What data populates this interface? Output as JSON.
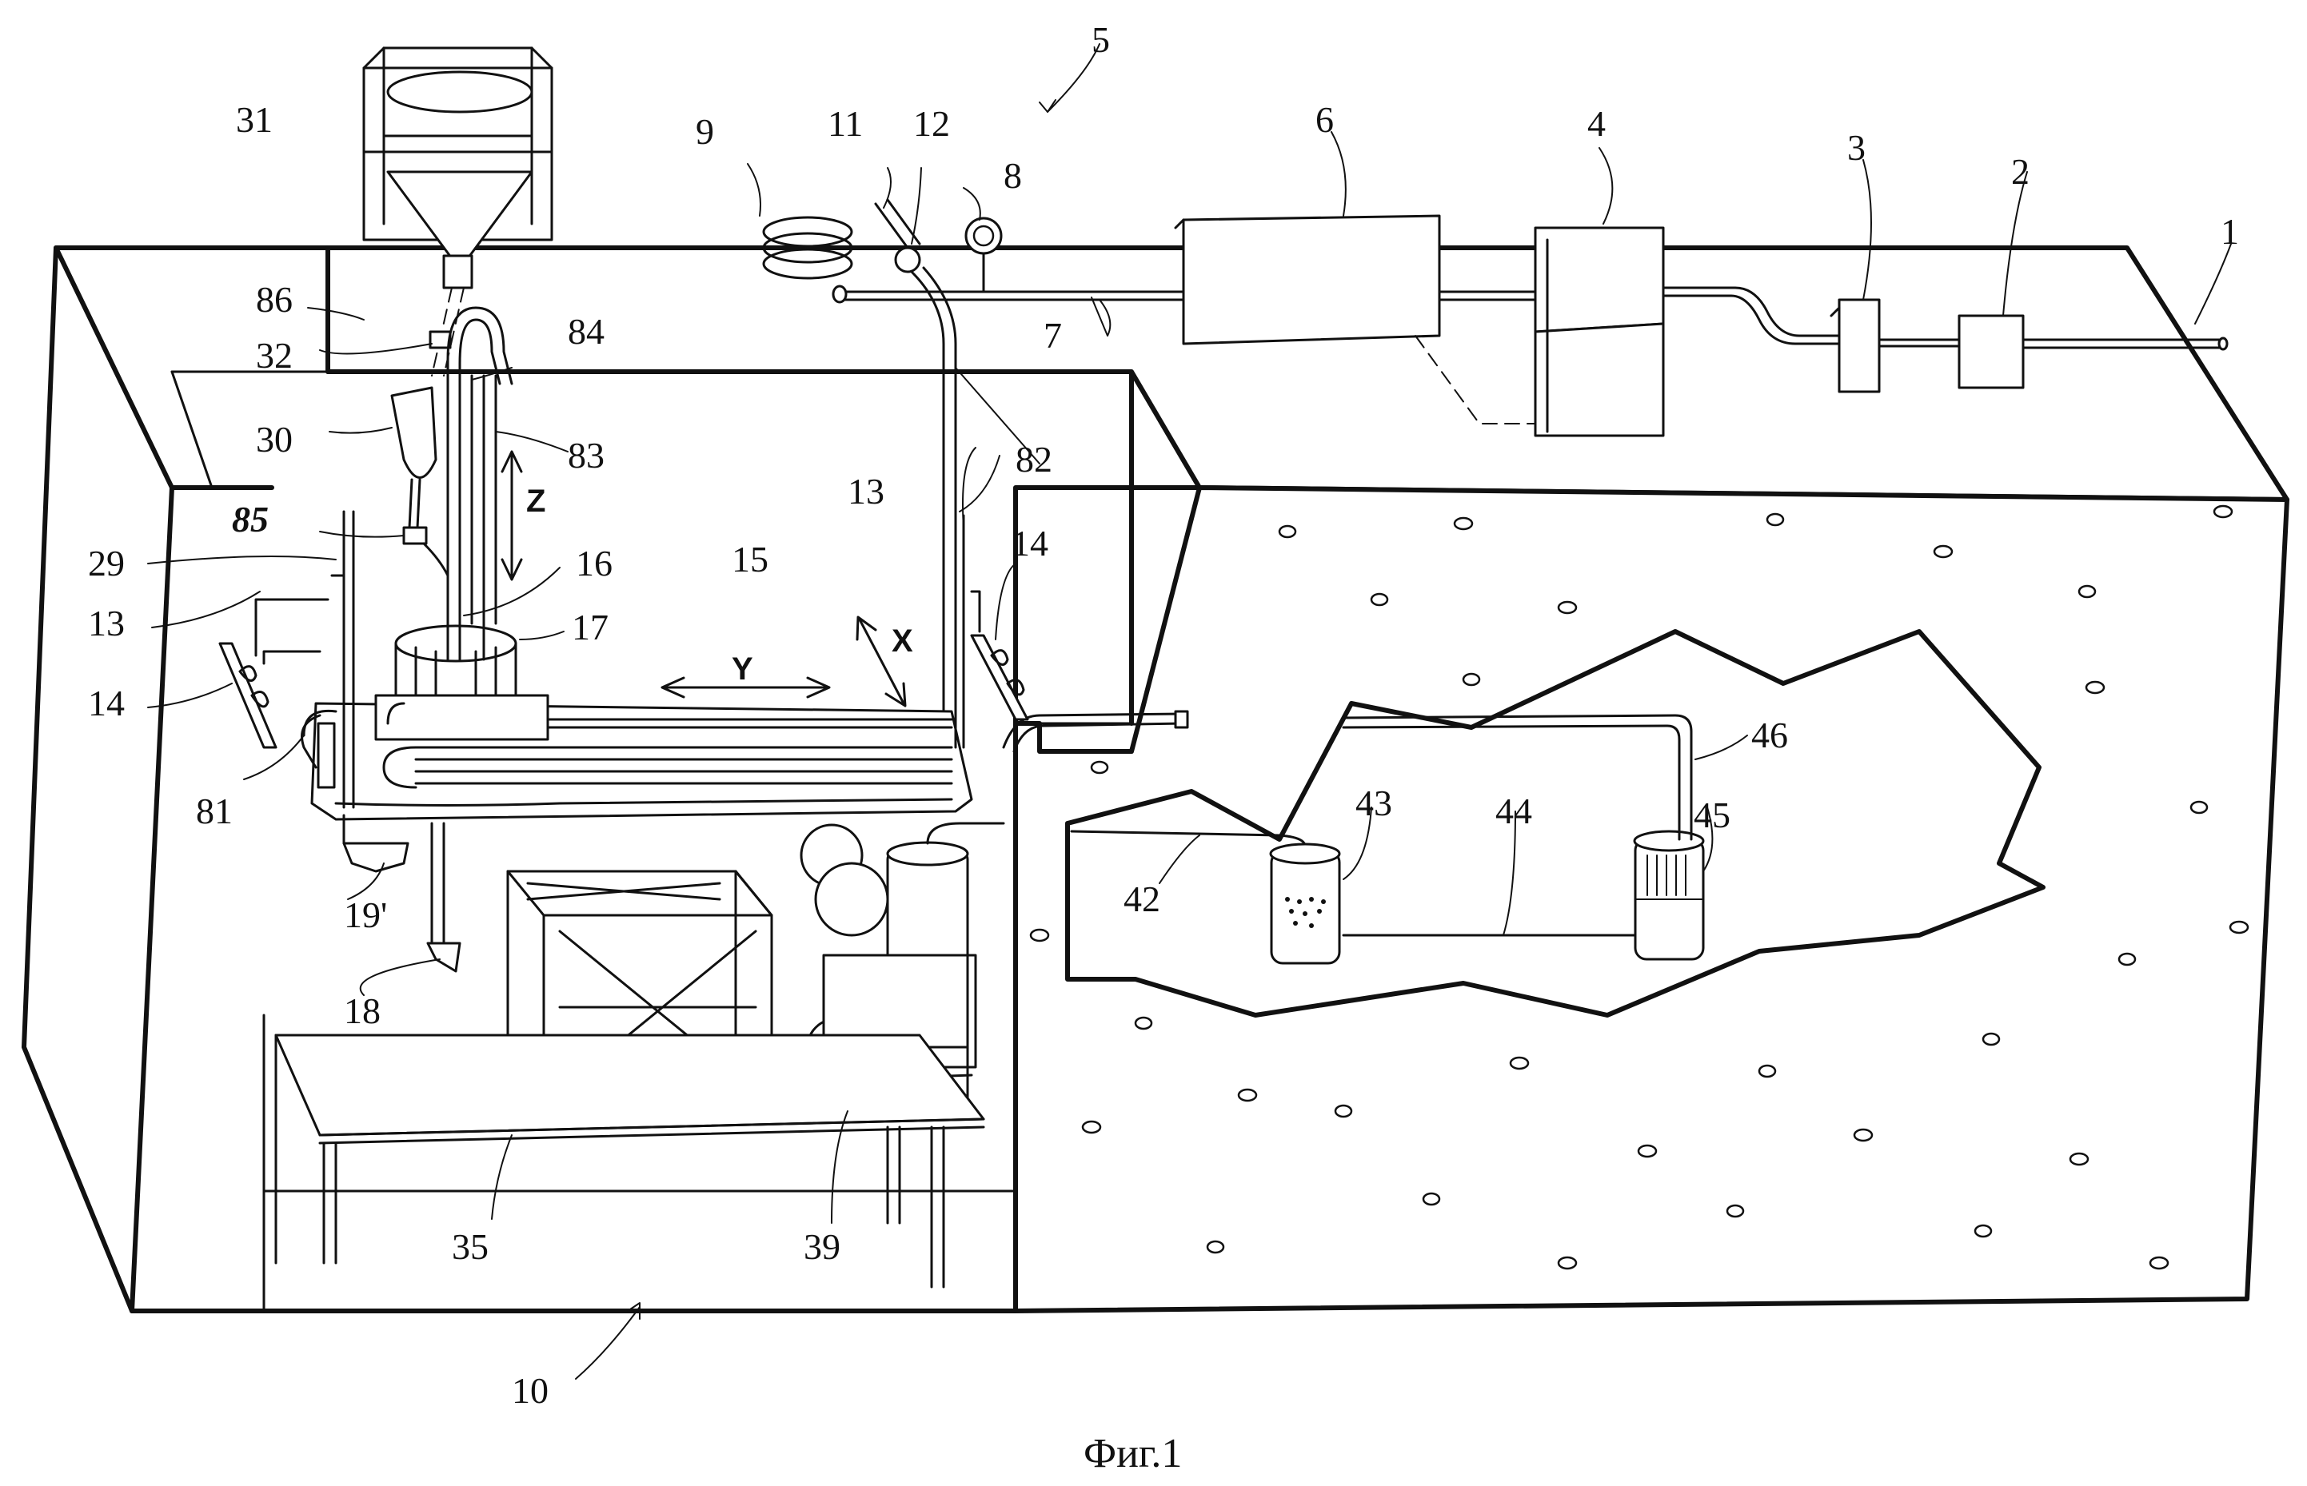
{
  "labels": {
    "l1": "1",
    "l2": "2",
    "l3": "3",
    "l4": "4",
    "l5": "5",
    "l6": "6",
    "l7": "7",
    "l8": "8",
    "l9": "9",
    "l10": "10",
    "l11": "11",
    "l12": "12",
    "l13a": "13",
    "l13b": "13",
    "l14a": "14",
    "l14b": "14",
    "l15": "15",
    "l16": "16",
    "l17": "17",
    "l18": "18",
    "l19": "19'",
    "l29": "29",
    "l30": "30",
    "l31": "31",
    "l32": "32",
    "l35": "35",
    "l39": "39",
    "l42": "42",
    "l43": "43",
    "l44": "44",
    "l45": "45",
    "l46": "46",
    "l81": "81",
    "l82": "82",
    "l83": "83",
    "l84": "84",
    "l85": "85",
    "l86": "86"
  },
  "axes": {
    "x": "X",
    "y": "Y",
    "z": "Z"
  },
  "caption": "Фиг.1"
}
